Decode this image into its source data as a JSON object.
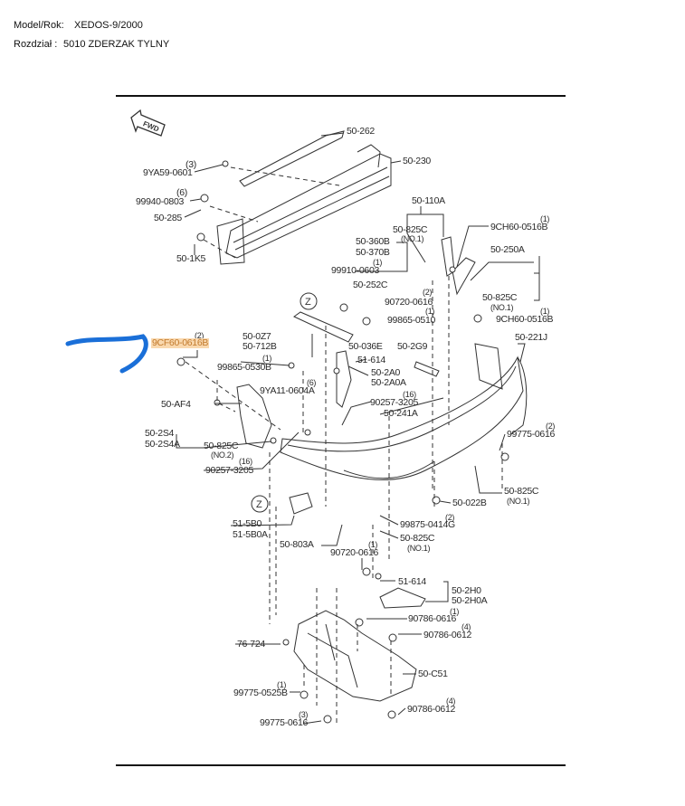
{
  "header": {
    "model_label": "Model/Rok:",
    "model_value": "XEDOS-9/2000",
    "section_label": "Rozdział :",
    "section_value": "5010  ZDERZAK TYLNY"
  },
  "diagram": {
    "fwd_label": "FWD",
    "zoom_marker": "Z",
    "marker_color": "#1a6fd8",
    "highlight_color": "#f9d8ae",
    "callouts": [
      "50-262",
      "50-230",
      "(3)",
      "9YA59-0601",
      "(6)",
      "99940-0803",
      "50-285",
      "50-1K5",
      "50-110A",
      "50-825C",
      "(NO.1)",
      "(1)",
      "9CH60-0516B",
      "50-360B",
      "50-370B",
      "(1)",
      "99910-0603",
      "50-250A",
      "50-252C",
      "(2)",
      "90720-0616",
      "50-825C",
      "(NO.1)",
      "(1)",
      "9CH60-0516B",
      "(1)",
      "99865-0510",
      "(2)",
      "9CF60-0616B",
      "50-0Z7",
      "50-712B",
      "50-036E",
      "50-2G9",
      "50-221J",
      "(1)",
      "99865-0530B",
      "51-614",
      "50-2A0",
      "50-2A0A",
      "(6)",
      "9YA11-0604A",
      "(16)",
      "90257-3205",
      "50-AF4",
      "50-241A",
      "(2)",
      "99775-0616",
      "50-2S4",
      "50-2S4A",
      "50-825C",
      "(NO.2)",
      "(16)",
      "90257-3205",
      "50-825C",
      "(NO.1)",
      "50-022B",
      "(2)",
      "99875-0414G",
      "51-5B0",
      "51-5B0A",
      "50-825C",
      "(NO.1)",
      "50-803A",
      "(1)",
      "90720-0616",
      "51-614",
      "50-2H0",
      "50-2H0A",
      "(1)",
      "90786-0616",
      "(4)",
      "90786-0612",
      "76-724",
      "50-C51",
      "(1)",
      "99775-0525B",
      "(4)",
      "90786-0612",
      "(3)",
      "99775-0616"
    ]
  }
}
